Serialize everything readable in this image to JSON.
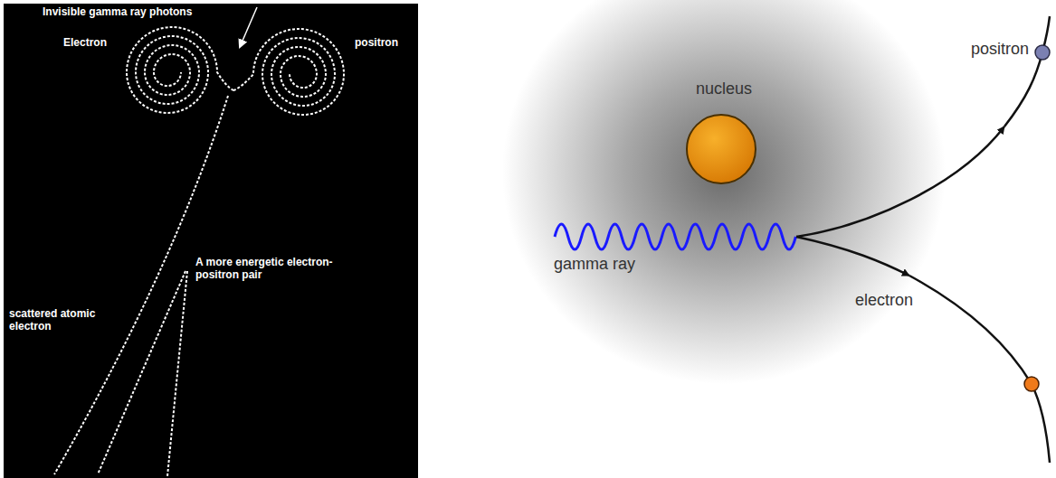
{
  "diagram": {
    "labels": [
      "Invisible gamma ray photons",
      "Electron",
      "positron",
      "A more energetic electron-positron pair",
      "scattered atomic electron",
      "nucleus",
      "gamma ray",
      "positron",
      "electron"
    ]
  }
}
